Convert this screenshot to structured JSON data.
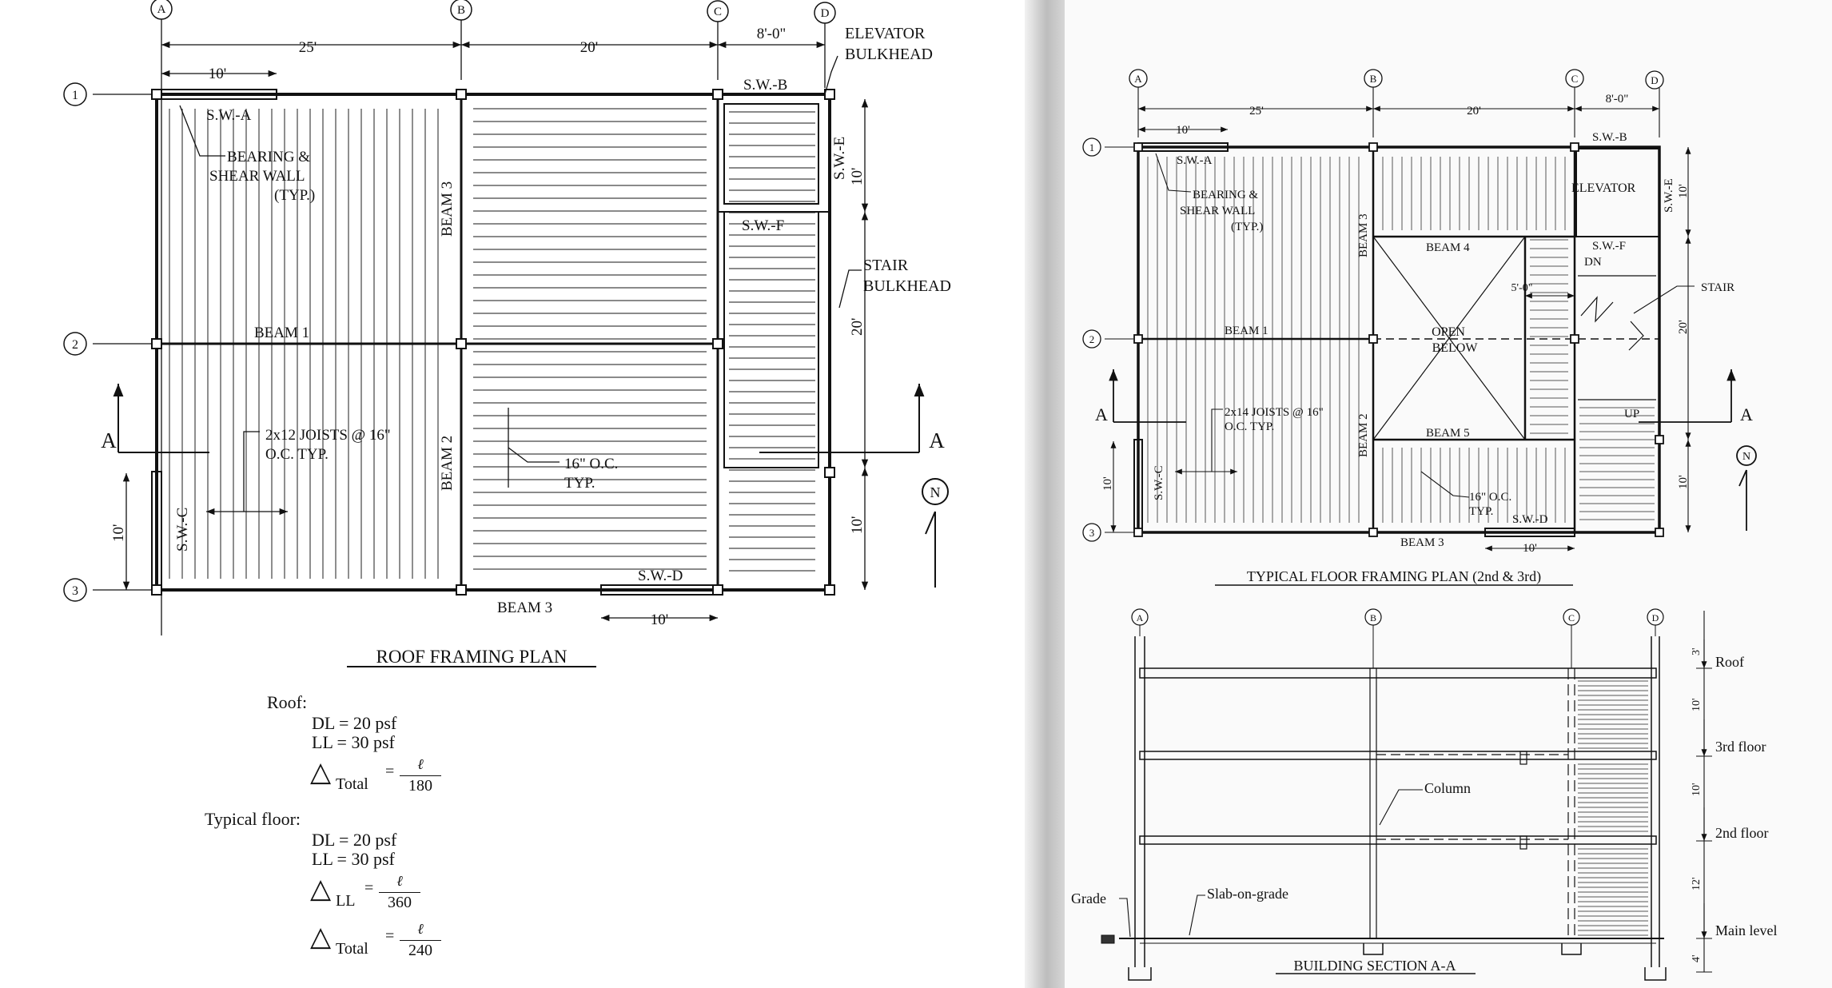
{
  "grid": {
    "col_a": "A",
    "col_b": "B",
    "col_c": "C",
    "col_d": "D",
    "row_1": "1",
    "row_2": "2",
    "row_3": "3"
  },
  "roof_plan": {
    "title": "ROOF FRAMING PLAN",
    "dim_25": "25'",
    "dim_20": "20'",
    "dim_8": "8'-0\"",
    "dim_10_top": "10'",
    "dim_right_10a": "10'",
    "dim_right_20": "20'",
    "dim_right_10b": "10'",
    "dim_left_10": "10'",
    "dim_bottom_10": "10'",
    "elevator_bulkhead_1": "ELEVATOR",
    "elevator_bulkhead_2": "BULKHEAD",
    "stair_bulkhead_1": "STAIR",
    "stair_bulkhead_2": "BULKHEAD",
    "swa": "S.W.-A",
    "swb": "S.W.-B",
    "swc": "S.W.-C",
    "swd": "S.W.-D",
    "swe": "S.W.-E",
    "swf": "S.W.-F",
    "bearing_1": "BEARING &",
    "bearing_2": "SHEAR WALL",
    "bearing_3": "(TYP.)",
    "beam1": "BEAM 1",
    "beam2": "BEAM 2",
    "beam3_top": "BEAM 3",
    "beam3_bottom": "BEAM 3",
    "joists_1": "2x12 JOISTS @ 16\"",
    "joists_2": "O.C. TYP.",
    "oc_1": "16\" O.C.",
    "oc_2": "TYP.",
    "section_left": "A",
    "section_right": "A",
    "north": "N"
  },
  "loads": {
    "roof_heading": "Roof:",
    "roof_dl": "DL = 20 psf",
    "roof_ll": "LL = 30 psf",
    "delta": "△",
    "total_sub": "Total",
    "ll_sub": "LL",
    "eq": "=",
    "ell": "ℓ",
    "roof_total_den": "180",
    "floor_heading": "Typical floor:",
    "floor_dl": "DL = 20 psf",
    "floor_ll": "LL = 30 psf",
    "floor_ll_den": "360",
    "floor_total_den": "240"
  },
  "typical_plan": {
    "title": "TYPICAL FLOOR FRAMING PLAN (2nd & 3rd)",
    "dim_25": "25'",
    "dim_20": "20'",
    "dim_8": "8'-0\"",
    "dim_10_top": "10'",
    "dim_right_10a": "10'",
    "dim_right_20": "20'",
    "dim_right_10b": "10'",
    "dim_left_10": "10'",
    "dim_bottom_10": "10'",
    "dim_5": "5'-0\"",
    "swa": "S.W.-A",
    "swb": "S.W.-B",
    "swc": "S.W.-C",
    "swd": "S.W.-D",
    "swe": "S.W.-E",
    "swf": "S.W.-F",
    "elevator": "ELEVATOR",
    "dn": "DN",
    "up": "UP",
    "stair": "STAIR",
    "bearing_1": "BEARING &",
    "bearing_2": "SHEAR WALL",
    "bearing_3": "(TYP.)",
    "beam1": "BEAM 1",
    "beam2": "BEAM 2",
    "beam3_v": "BEAM 3",
    "beam3_bottom": "BEAM 3",
    "beam4": "BEAM 4",
    "beam5": "BEAM 5",
    "open_1": "OPEN",
    "open_2": "BELOW",
    "joists_1": "2x14 JOISTS @ 16\"",
    "joists_2": "O.C. TYP.",
    "oc_1": "16\" O.C.",
    "oc_2": "TYP.",
    "section_left": "A",
    "section_right": "A",
    "north": "N"
  },
  "section": {
    "title": "BUILDING SECTION A-A",
    "roof": "Roof",
    "third": "3rd floor",
    "second": "2nd floor",
    "main": "Main level",
    "column": "Column",
    "grade": "Grade",
    "slab": "Slab-on-grade",
    "dim_3": "3'",
    "dim_10a": "10'",
    "dim_10b": "10'",
    "dim_12": "12'",
    "dim_4": "4'"
  }
}
